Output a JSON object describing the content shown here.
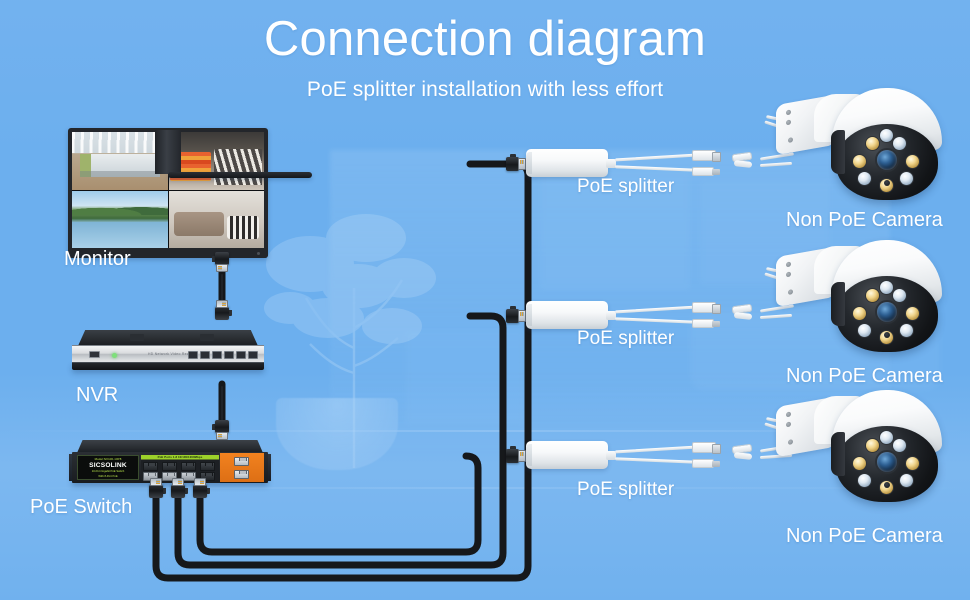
{
  "header": {
    "title": "Connection diagram",
    "subtitle": "PoE splitter installation with less effort"
  },
  "colors": {
    "background": "#6aaeee",
    "title_text": "#ffffff",
    "label_text": "#ffffff",
    "cable_black": "#1a1d21",
    "switch_accent_orange": "#ef7f1e",
    "switch_accent_green": "#9cd12a"
  },
  "devices": {
    "monitor": {
      "label": "Monitor",
      "screen_panels": [
        "office-interior-view",
        "supermarket-aisle-view",
        "lake-landscape-view",
        "living-room-view"
      ]
    },
    "nvr": {
      "label": "NVR",
      "front_text": "HD Network Video Recorder",
      "usb_label": "USB",
      "led_label": "Power",
      "rear_port_count": 6
    },
    "switch": {
      "label": "PoE Switch",
      "brand": "SICSOLINK",
      "model_text": "Model:NX100-10P8",
      "spec_text_line1": "10-Port Gigabit PoE Switch",
      "spec_text_line2": "With 8-Port PoE",
      "port_bar_text": "PoE Ports 1-8  10/100/1000Mbps",
      "poe_port_count": 8,
      "uplink_port_count": 2,
      "connected_cable_count": 3
    }
  },
  "splitters": [
    {
      "label": "PoE splitter",
      "outputs": [
        "rj45-data",
        "dc-power"
      ]
    },
    {
      "label": "PoE splitter",
      "outputs": [
        "rj45-data",
        "dc-power"
      ]
    },
    {
      "label": "PoE splitter",
      "outputs": [
        "rj45-data",
        "dc-power"
      ]
    }
  ],
  "cameras": [
    {
      "label": "Non PoE Camera",
      "type": "ptz-dome",
      "led_count": 8
    },
    {
      "label": "Non PoE Camera",
      "type": "ptz-dome",
      "led_count": 8
    },
    {
      "label": "Non PoE Camera",
      "type": "ptz-dome",
      "led_count": 8
    }
  ],
  "links": [
    {
      "from": "monitor",
      "to": "nvr",
      "cable": "ethernet-black"
    },
    {
      "from": "nvr",
      "to": "switch",
      "cable": "ethernet-black"
    },
    {
      "from": "switch",
      "to": "splitter-1",
      "cable": "ethernet-black"
    },
    {
      "from": "switch",
      "to": "splitter-2",
      "cable": "ethernet-black"
    },
    {
      "from": "switch",
      "to": "splitter-3",
      "cable": "ethernet-black"
    },
    {
      "from": "splitter-1",
      "to": "camera-1",
      "cable": "white-rj45-and-dc"
    },
    {
      "from": "splitter-2",
      "to": "camera-2",
      "cable": "white-rj45-and-dc"
    },
    {
      "from": "splitter-3",
      "to": "camera-3",
      "cable": "white-rj45-and-dc"
    }
  ]
}
